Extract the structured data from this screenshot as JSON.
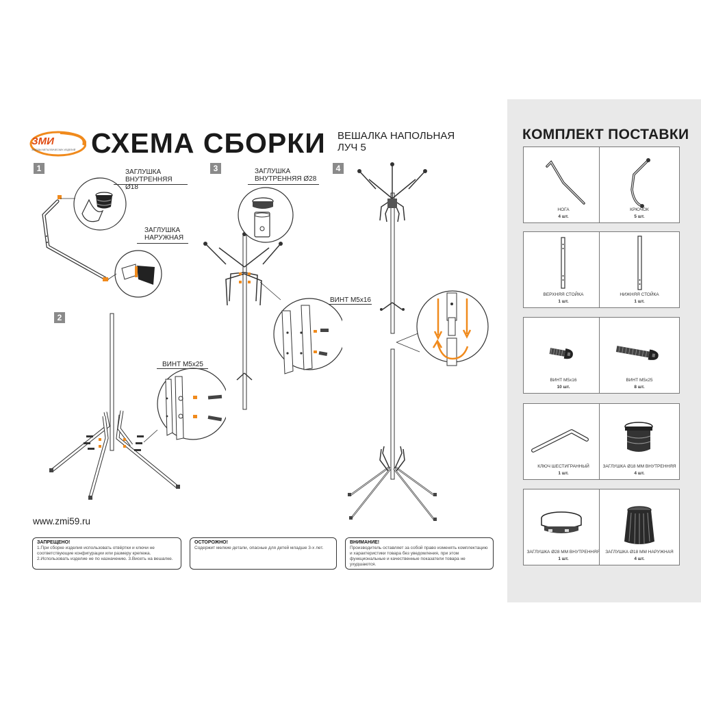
{
  "header": {
    "logo_text": "ЗМИ",
    "logo_tagline": "ЗАВОДЫ МЕТАЛЛИЧЕСКИХ ИЗДЕЛИЙ",
    "title": "СХЕМА СБОРКИ",
    "subtitle": "ВЕШАЛКА НАПОЛЬНАЯ ЛУЧ 5"
  },
  "steps": [
    {
      "number": "1"
    },
    {
      "number": "2"
    },
    {
      "number": "3"
    },
    {
      "number": "4"
    }
  ],
  "labels": {
    "s1_inner_cap": "ЗАГЛУШКА ВНУТРЕННЯЯ Ø18",
    "s1_outer_cap": "ЗАГЛУШКА НАРУЖНАЯ",
    "s2_screw": "ВИНТ М5х25",
    "s3_inner_cap": "ЗАГЛУШКА ВНУТРЕННЯЯ Ø28",
    "s3_screw": "ВИНТ М5х16"
  },
  "website": "www.zmi59.ru",
  "notices": [
    {
      "heading": "ЗАПРЕЩЕНО!",
      "text": "1.При сборке изделия использовать отвёртки и ключи не соответствующие конфигурации или размеру крепежа. 2.Использовать изделие не по назначению. 3.Висеть на вешалке."
    },
    {
      "heading": "ОСТОРОЖНО!",
      "text": "Содержит мелкие детали, опасные для детей младше 3-х лет."
    },
    {
      "heading": "ВНИМАНИЕ!",
      "text": "Производитель оставляет за собой право изменять комплектацию и характеристики товара без уведомления, при этом функциональные и качественные показатели товара не ухудшаются."
    }
  ],
  "kit": {
    "title": "КОМПЛЕКТ ПОСТАВКИ",
    "items": [
      {
        "name": "НОГА",
        "qty": "4 шт.",
        "icon": "leg-icon"
      },
      {
        "name": "КРЮЧОК",
        "qty": "5 шт.",
        "icon": "hook-icon"
      },
      {
        "name": "ВЕРХНЯЯ СТОЙКА",
        "qty": "1 шт.",
        "icon": "upper-pole-icon"
      },
      {
        "name": "НИЖНЯЯ СТОЙКА",
        "qty": "1 шт.",
        "icon": "lower-pole-icon"
      },
      {
        "name": "ВИНТ М5х16",
        "qty": "10 шт.",
        "icon": "short-screw-icon"
      },
      {
        "name": "ВИНТ М5х25",
        "qty": "8 шт.",
        "icon": "long-screw-icon"
      },
      {
        "name": "КЛЮЧ ШЕСТИГРАННЫЙ",
        "qty": "1 шт.",
        "icon": "hex-key-icon"
      },
      {
        "name": "ЗАГЛУШКА Ø18 ММ ВНУТРЕННЯЯ",
        "qty": "4 шт.",
        "icon": "inner-cap-18-icon"
      },
      {
        "name": "ЗАГЛУШКА Ø28 ММ ВНУТРЕННЯЯ",
        "qty": "1 шт.",
        "icon": "inner-cap-28-icon"
      },
      {
        "name": "ЗАГЛУШКА Ø18 ММ НАРУЖНАЯ",
        "qty": "4 шт.",
        "icon": "outer-cap-18-icon"
      }
    ]
  },
  "colors": {
    "accent": "#f08a1c",
    "panel": "#e9e9e9",
    "step_badge": "#8a8a8a",
    "line": "#333333"
  }
}
